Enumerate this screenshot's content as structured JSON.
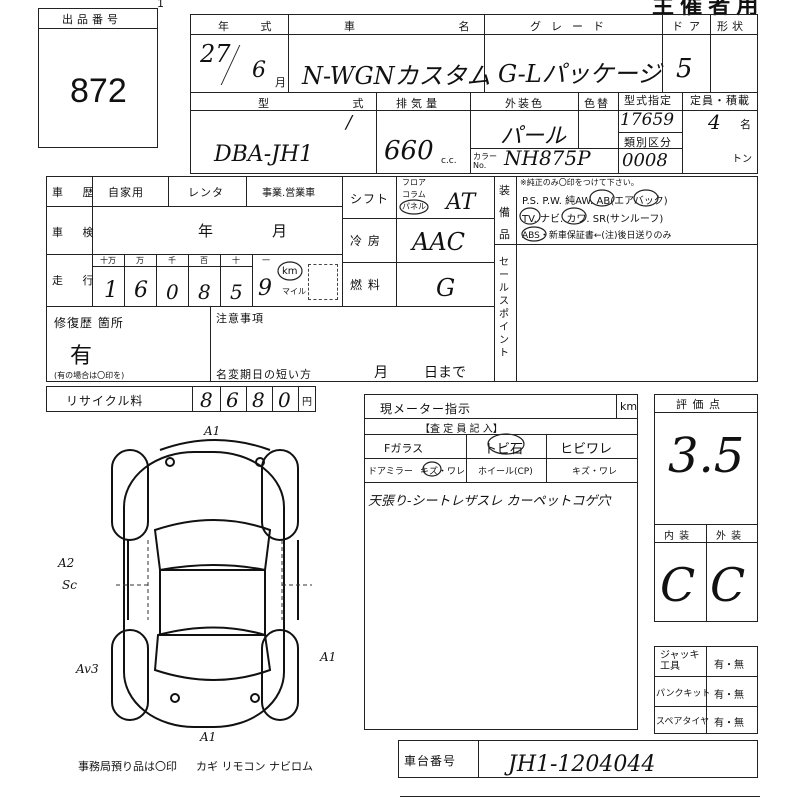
{
  "header": {
    "lot_label": "出品番号",
    "lot_number": "872",
    "title_fragment": "主 催 者 用",
    "top_tick": "1"
  },
  "row1": {
    "year_label": "年 式",
    "year": "27",
    "month": "6",
    "month_unit": "月",
    "car_label": "車 名",
    "car_name": "N-WGNカスタム",
    "grade_label": "グレード",
    "grade": "G-Lパッケージ",
    "door_label": "ドア",
    "doors": "5",
    "shape_label": "形状"
  },
  "row2": {
    "model_label": "型 式",
    "model": "DBA-JH1",
    "model_mark": "/",
    "displacement_label": "排気量",
    "displacement": "660",
    "cc_unit": "c.c.",
    "exterior_label": "外装色",
    "color_change_label": "色替",
    "color": "パール",
    "color_no_label": "カラーNo.",
    "color_no": "NH875P",
    "model_designation_label": "型式指定",
    "model_designation": "17659",
    "category_label": "類別区分",
    "category": "0008",
    "capacity_label": "定員・積載",
    "capacity": "4",
    "capacity_unit": "名",
    "ton_unit": "トン"
  },
  "history": {
    "history_label": "車 歴",
    "private_use": "自家用",
    "rental": "レンタ",
    "business_use": "事業.営業車",
    "inspection_label": "車 検",
    "year_unit": "年",
    "month_unit": "月",
    "mileage_label": "走 行",
    "digit_labels": [
      "十万",
      "万",
      "千",
      "百",
      "十",
      "一"
    ],
    "mileage_digits": [
      "1",
      "6",
      "0",
      "8",
      "5",
      "9"
    ],
    "km_label": "km",
    "mile_label": "マイル"
  },
  "specs": {
    "shift_label": "シフト",
    "floor_label": "フロア",
    "column_label": "コラム",
    "panel_label": "パネル",
    "shift_value": "AT",
    "ac_label": "冷 房",
    "ac_value": "AAC",
    "fuel_label": "燃 料",
    "fuel_value": "G"
  },
  "equipment": {
    "label": "装備品",
    "note": "※純正のみ〇印をつけて下さい。",
    "line1": "P.S. P.W. 純AW. AB(エアバック)",
    "line2": "TV. ナビ. カワ. SR(サンルーフ)",
    "line3": "ABS・新車保証書←(注)後日送りのみ",
    "sales_point_label": "セールスポイント"
  },
  "repair": {
    "label": "修復歴 箇所",
    "value": "有",
    "note": "(有の場合は〇印を)",
    "caution_label": "注意事項",
    "name_change_label": "名変期日の短い方",
    "month_unit": "月",
    "day_unit": "日まで"
  },
  "recycle": {
    "label": "リサイクル料",
    "digits": [
      "8",
      "6",
      "8",
      "0"
    ],
    "unit": "円"
  },
  "inspection": {
    "meter_label": "現メーター指示",
    "meter_unit": "km",
    "title": "【査 定 員 記 入】",
    "f_glass": "Fガラス",
    "chip": "トビ石",
    "crack": "ヒビワレ",
    "door_mirror": "ドアミラー",
    "mirror_cond": "キズ・ワレ",
    "wheel": "ホイール(CP)",
    "wheel_cond": "キズ・ワレ",
    "remark": "天張り-シートレザスレ カーペットコゲ穴"
  },
  "rating": {
    "label": "評 価 点",
    "score": "3.5",
    "interior_label": "内 装",
    "exterior_label": "外 装",
    "interior": "C",
    "exterior": "C"
  },
  "accessories": {
    "jack_label": "ジャッキ工具",
    "puncture_label": "パンクキット",
    "spare_label": "スペアタイヤ",
    "option": "有・無"
  },
  "diagram": {
    "marks": [
      "A1",
      "A2",
      "Sc",
      "Av3",
      "A1",
      "A1"
    ],
    "office_note": "事務局預り品は〇印",
    "items": "カギ リモコン ナビロム"
  },
  "chassis": {
    "label": "車台番号",
    "value": "JH1-1204044"
  }
}
